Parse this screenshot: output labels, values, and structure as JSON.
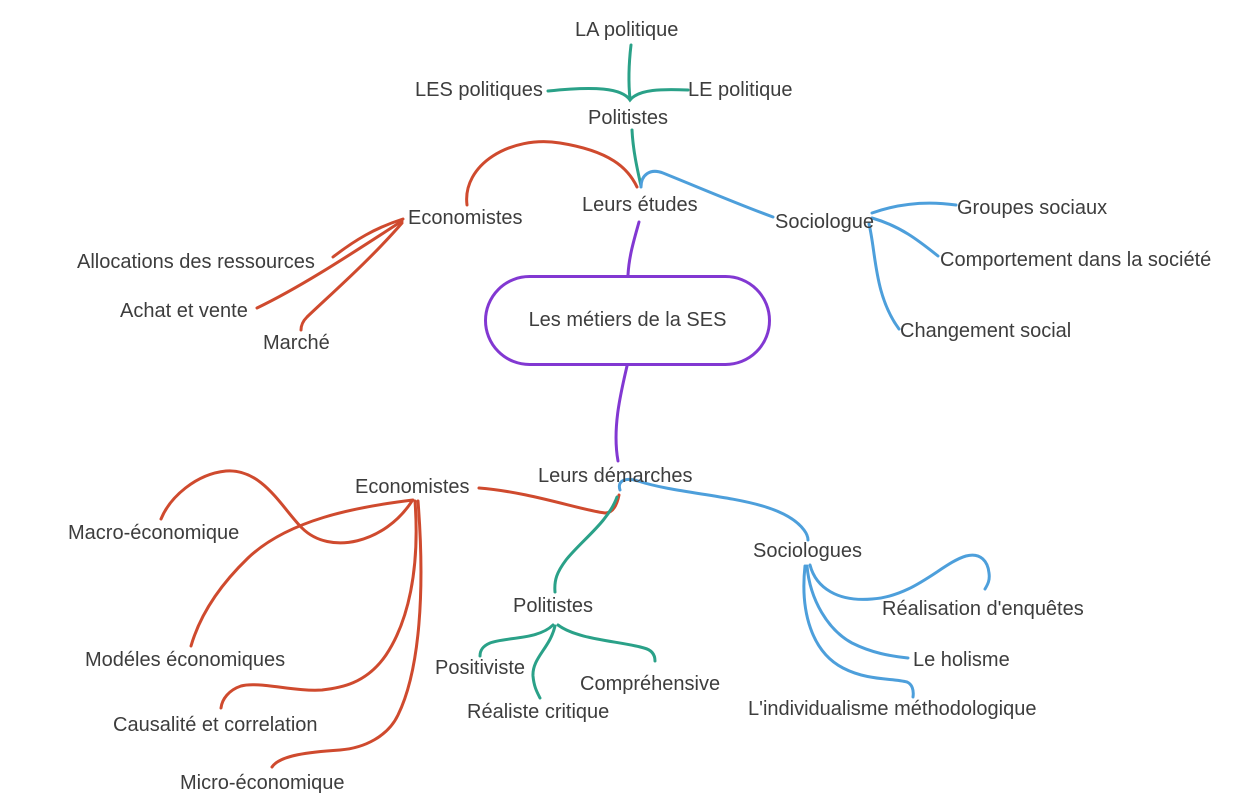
{
  "colors": {
    "root_border": "#8238d2",
    "politistes_branch": "#2aa188",
    "economistes_branch": "#cf4a2e",
    "sociologues_branch": "#4d9fdb",
    "text": "#3d3d3d",
    "background": "#ffffff"
  },
  "mindmap": {
    "root": "Les métiers de la SES",
    "etudes": {
      "label": "Leurs études",
      "politistes": {
        "label": "Politistes",
        "la_politique": "LA politique",
        "les_politiques": "LES politiques",
        "le_politique": "LE politique"
      },
      "economistes": {
        "label": "Economistes",
        "allocations": "Allocations des ressources",
        "achat_vente": "Achat et vente",
        "marche": "Marché"
      },
      "sociologue": {
        "label": "Sociologue",
        "groupes_sociaux": "Groupes sociaux",
        "comportement": "Comportement dans la société",
        "changement_social": "Changement social"
      }
    },
    "demarches": {
      "label": "Leurs démarches",
      "economistes": {
        "label": "Economistes",
        "macro": "Macro-économique",
        "modeles": "Modéles économiques",
        "causalite": "Causalité et correlation",
        "micro": "Micro-économique"
      },
      "politistes": {
        "label": "Politistes",
        "positiviste": "Positiviste",
        "realiste": "Réaliste critique",
        "comprehensive": "Compréhensive"
      },
      "sociologues": {
        "label": "Sociologues",
        "realisation": "Réalisation d'enquêtes",
        "holisme": "Le holisme",
        "individualisme": "L'individualisme méthodologique"
      }
    }
  }
}
